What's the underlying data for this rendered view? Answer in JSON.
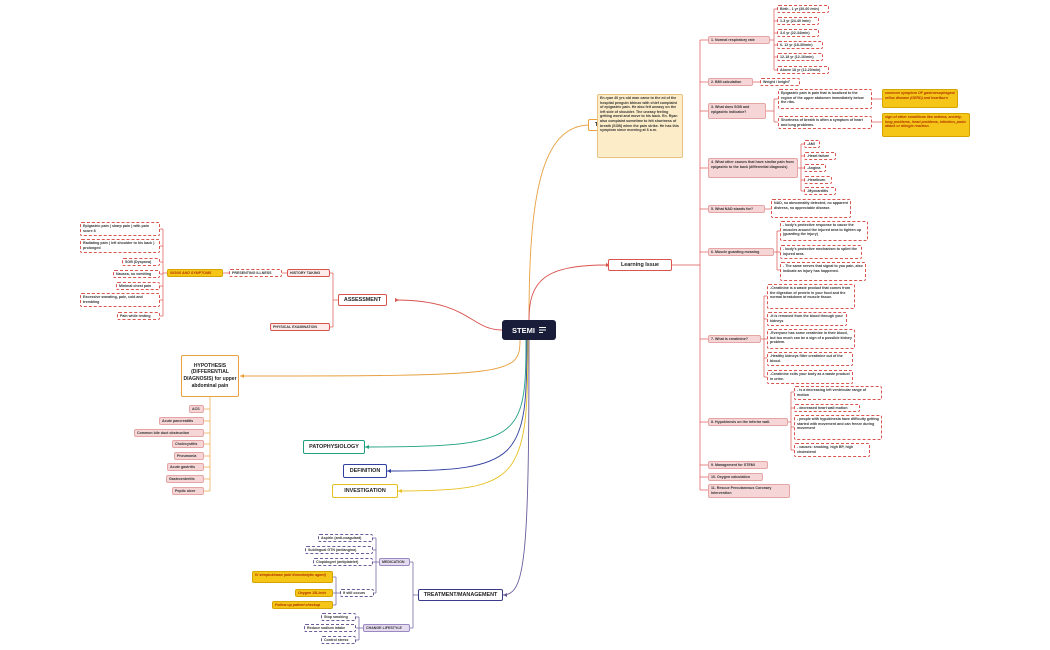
{
  "central": {
    "label": "STEMI",
    "icon": "list-icon"
  },
  "main_topics": {
    "trigger": "Trigger",
    "learning": "Learning Issue",
    "assessment": "ASSESSMENT",
    "hypothesis": "HYPOTHESIS (DIFFERENTIAL DIAGNOSIS) for upper abdominal pain",
    "pathophysiology": "PATOPHYSIOLOGY",
    "definition": "DEFINITION",
    "investigation": "INVESTIGATION",
    "treatment": "TREATMENT/MANAGEMENT"
  },
  "trigger_text": "En.ryan 40 yrs old man came to the ed of the hospital penguin bhinzo with chief complaint of epigastric pain. He also felt uneasy on the left side of shoulder. The uneasy feeling getting worst and move to his back. En. Ryan also complaint sometime to felt shortness of breath (SOB) when the pain strike. He has this symptom since morning at 6 a.m.",
  "learning_items": [
    "1. Normal respiratory rate",
    "2. BMI calculation",
    "3. What does SOB and epigastric indicator?",
    "4. What other causes that have similar pain from epigastric to the back (differential diagnosis)",
    "5. What NAD stands for?",
    "6. Muscle guarding meaning",
    "7. What is creatinine?",
    "8. Hypokinesis on the inferior wall.",
    "9. Management for STEMI",
    "10. Oxygen calculation",
    "11. Rescue Percutaneous Coronary Intervention"
  ],
  "resp_rates": [
    "Birth - 1 yr (30-60 /min)",
    "1-3 yr (24-40 /min)",
    "3-6 yr (22-34/min)",
    "6- 12 yr (18-30/min)",
    "12-18 yr (12-16/min)",
    "Above 18 yr (12-20/min)"
  ],
  "bmi": "Weight / height²",
  "sob_items": [
    "Epigastric pain is pain that is localized to the region of the upper abdomen immediately below the ribs.",
    "Shortness of breath is often a symptom of heart and lung problems."
  ],
  "sob_notes": [
    "common symptom OF gastroesophageal reflux disease (GERD) and heartburn",
    "sign of other conditions like asthma, anxiety, lung problems, heart problems, infection, panic attack or allergic reaction."
  ],
  "diff_items": [
    "-AMI",
    "-Heart failure",
    "-Angina",
    "-Heartburn",
    "-Myocarditis"
  ],
  "nad_text": "NAD, no abnormality detected, no apparent distress, no appreciable disease.",
  "muscle_items": [
    "- body's protective response to cause the muscles around the injured area to tighten up (guarding the injury)",
    "- body's protective mechanism to splint the injured area.",
    "- The same nerves that signal to you pain, also indicate an injury has happened."
  ],
  "creatinine_items": [
    "-Creatinine is a waste product that comes from the digestion of protein in your food and the normal breakdown of muscle tissue.",
    "-It is removed from the blood through your kidneys",
    "-Everyone has some creatinine in their blood, but too much can be a sign of a possible kidney problem.",
    "-Healthy kidneys filter creatinine out of the blood.",
    "-Creatinine exits your body as a waste product in urine."
  ],
  "hypo_items": [
    "- is a decreasing left ventricular range of motion",
    "- decreased heart wall motion",
    "- people with hypokinesia have difficulty getting started with movement and can freeze during movement",
    "- causes: smoking, high BP, high cholesterol"
  ],
  "assessment": {
    "history": "HISTORY TAKING",
    "presenting": "PRESENTING ILLNESS",
    "signs": "SIGNS AND SYMPTOMS",
    "physical": "PHYSICAL EXAMINATION",
    "symptoms": [
      "Epigastric pain ( sharp pain ) with pain score 8",
      "Radiating pain ( left shoulder to his back ) prolonged",
      "SOB (Dyspnea)",
      "Nausea, no vomiting",
      "Minimal chest pain",
      "Excessive sweating, pale, cold and trembling",
      "Pain while resting"
    ]
  },
  "ddx": [
    "ACS",
    "Acute pancreatitis",
    "Common bile duct obstruction",
    "Cholecystitis",
    "Pneumonia",
    "Acute gastritis",
    "Gastroenteritis",
    "Peptic ulcer"
  ],
  "treatment": {
    "medication": "MEDICATION",
    "meds": [
      "Aspirin (anti-coagulant)",
      "Sublingual GTN (antiangina)",
      "Clopidogrel (antiplatelet)"
    ],
    "if_still": "If still occurs",
    "still_items": [
      "IV streptokinase (anti thrombolytic agent)",
      "Oxygen 15L/min",
      "Follow up patient checkup"
    ],
    "lifestyle": "CHANGE LIFESTYLE",
    "lifestyle_items": [
      "Stop smoking",
      "Reduce sodium intake",
      "Control stress"
    ]
  },
  "colors": {
    "assessment": "#d9534f",
    "hypothesis": "#e8a040",
    "patho": "#20a080",
    "definition": "#3040a0",
    "investigation": "#e8c020",
    "treatment": "#3a3a8a",
    "learning": "#d9534f",
    "trigger": "#e8a040"
  }
}
